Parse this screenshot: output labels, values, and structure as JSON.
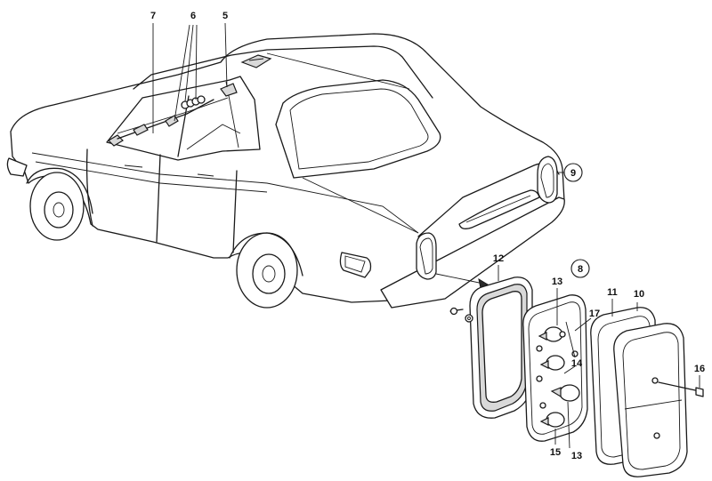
{
  "callouts": {
    "n7": "7",
    "n6": "6",
    "n5": "5",
    "n9": "9",
    "n8": "8",
    "n12": "12",
    "n13_top": "13",
    "n17": "17",
    "n11": "11",
    "n10": "10",
    "n14": "14",
    "n16": "16",
    "n15": "15",
    "n13_bottom": "13"
  }
}
